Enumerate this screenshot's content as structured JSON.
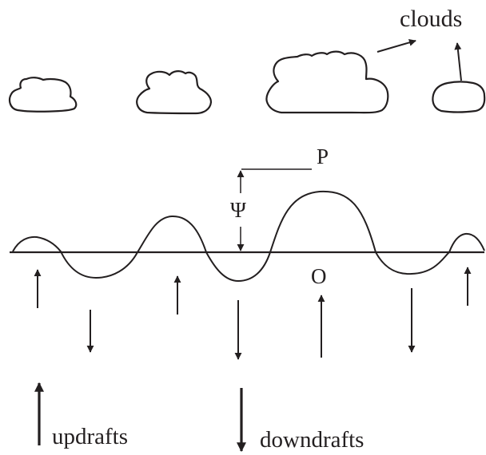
{
  "labels": {
    "clouds": "clouds",
    "point_p": "P",
    "point_o": "O",
    "psi": "Ψ",
    "updrafts": "updrafts",
    "downdrafts": "downdrafts"
  },
  "colors": {
    "ink": "#231f20",
    "background": "#ffffff"
  }
}
